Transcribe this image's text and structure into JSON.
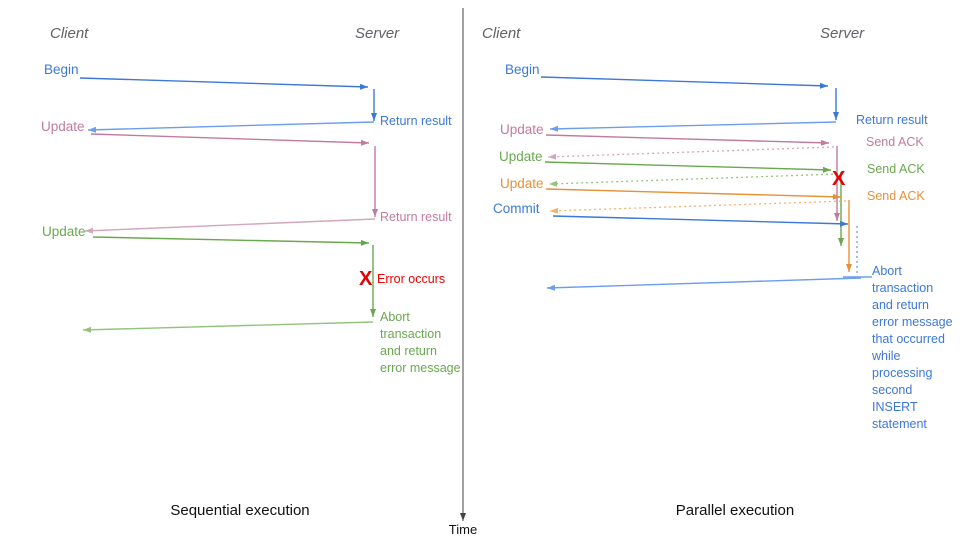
{
  "palette": {
    "blue": "#3c78d8",
    "blue_light": "#6d9eeb",
    "pink": "#c27ba0",
    "pink_light": "#d5a6bd",
    "green": "#6aa84f",
    "green_light": "#93c47d",
    "orange": "#e69138",
    "orange_light": "#f6b26c",
    "red": "#ee0000",
    "header_gray": "#5f6368"
  },
  "time_axis": {
    "label": "Time"
  },
  "left": {
    "title": "Sequential execution",
    "client": "Client",
    "server": "Server",
    "begin": "Begin",
    "return_result_1": "Return result",
    "update_1": "Update",
    "return_result_2": "Return result",
    "update_2": "Update",
    "error_x": "X",
    "error": "Error occurs",
    "abort": "Abort\ntransaction\nand return\nerror message"
  },
  "right": {
    "title": "Parallel execution",
    "client": "Client",
    "server": "Server",
    "begin": "Begin",
    "return_result": "Return result",
    "updates": [
      "Update",
      "Update",
      "Update"
    ],
    "send_acks": [
      "Send ACK",
      "Send ACK",
      "Send ACK"
    ],
    "commit": "Commit",
    "error_x": "X",
    "abort": "Abort\ntransaction\nand return\nerror message\nthat occurred\nwhile\nprocessing\nsecond\nINSERT\nstatement"
  }
}
